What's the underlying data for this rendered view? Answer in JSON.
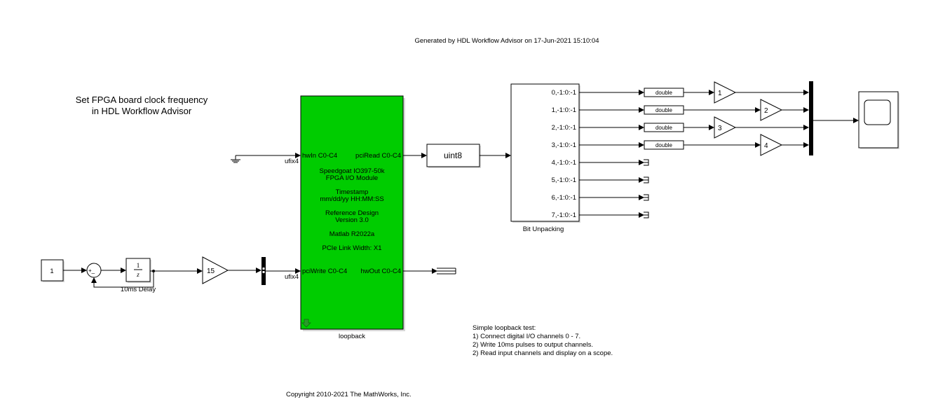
{
  "header": {
    "generated": "Generated by HDL Workflow Advisor on 17-Jun-2021 15:10:04"
  },
  "annotation": {
    "line1": "Set FPGA board clock frequency",
    "line2": "in HDL Workflow Advisor"
  },
  "loopback": {
    "name": "loopback",
    "color": "#00cc00",
    "ports": {
      "hwIn": "hwIn C0-C4",
      "pciRead": "pciRead C0-C4",
      "pciWrite": "pciWrite C0-C4",
      "hwOut": "hwOut C0-C4"
    },
    "lines": [
      "Speedgoat IO397-50k",
      "FPGA I/O Module",
      "Timestamp",
      "mm/dd/yy HH:MM:SS",
      "Reference Design",
      "Version 3.0",
      "Matlab R2022a",
      "PCIe Link Width: X1"
    ]
  },
  "signal_types": {
    "in1": "ufix4",
    "in2": "ufix4"
  },
  "convert": {
    "label": "uint8"
  },
  "unpack": {
    "name": "Bit Unpacking",
    "outputs": [
      "0,-1:0:-1",
      "1,-1:0:-1",
      "2,-1:0:-1",
      "3,-1:0:-1",
      "4,-1:0:-1",
      "5,-1:0:-1",
      "6,-1:0:-1",
      "7,-1:0:-1"
    ]
  },
  "conversions": [
    "double",
    "double",
    "double",
    "double"
  ],
  "gains_out": [
    "1",
    "2",
    "3",
    "4"
  ],
  "source": {
    "constant": "1",
    "sum_signs": "+_",
    "delay_num": "1",
    "delay_den": "z",
    "delay_name": "10ms Delay",
    "gain": "15"
  },
  "notes": [
    "Simple loopback test:",
    "1) Connect digital I/O channels 0 - 7.",
    "2) Write 10ms pulses to output channels.",
    "2) Read input channels and display on a scope."
  ],
  "footer": {
    "copyright": "Copyright 2010-2021 The MathWorks, Inc."
  }
}
